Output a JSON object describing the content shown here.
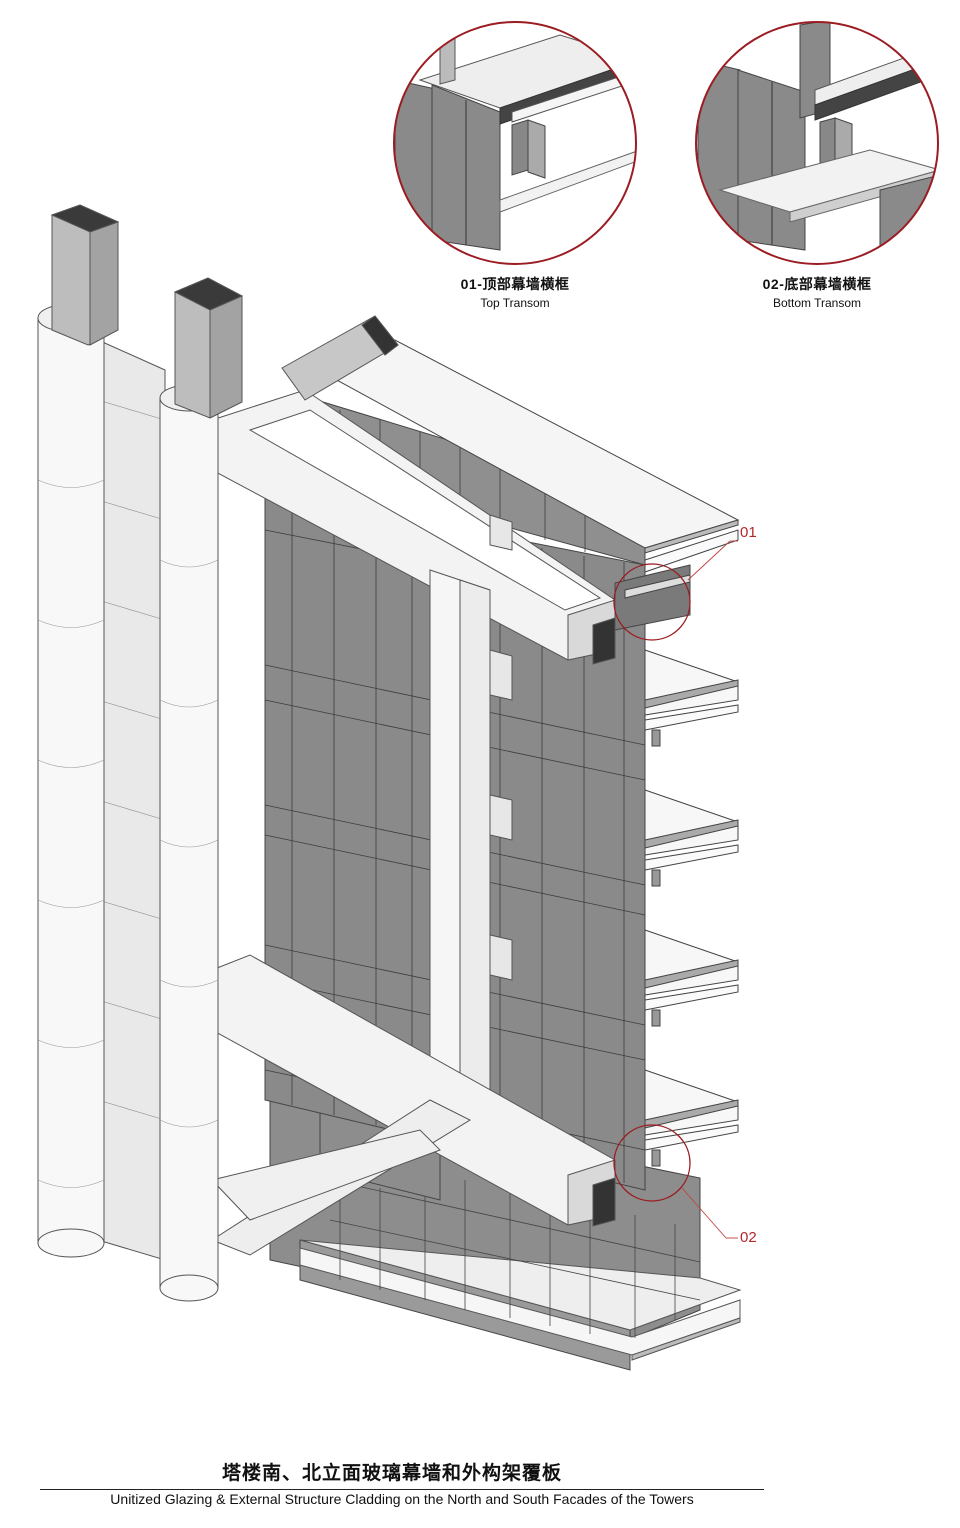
{
  "details": [
    {
      "id": "01",
      "title_zh": "01-顶部幕墙横框",
      "title_en": "Top Transom"
    },
    {
      "id": "02",
      "title_zh": "02-底部幕墙横框",
      "title_en": "Bottom Transom"
    }
  ],
  "callouts": [
    {
      "label": "01"
    },
    {
      "label": "02"
    }
  ],
  "footer": {
    "title_zh": "塔楼南、北立面玻璃幕墙和外构架覆板",
    "title_en": "Unitized Glazing & External Structure Cladding on the North and South Facades of the Towers"
  },
  "colors": {
    "callout_red": "#9b1c22",
    "glass_grey": "#8a8a8a",
    "cladding_white": "#f4f4f4",
    "line": "#555555",
    "column_cap": "#3a3a3a"
  }
}
